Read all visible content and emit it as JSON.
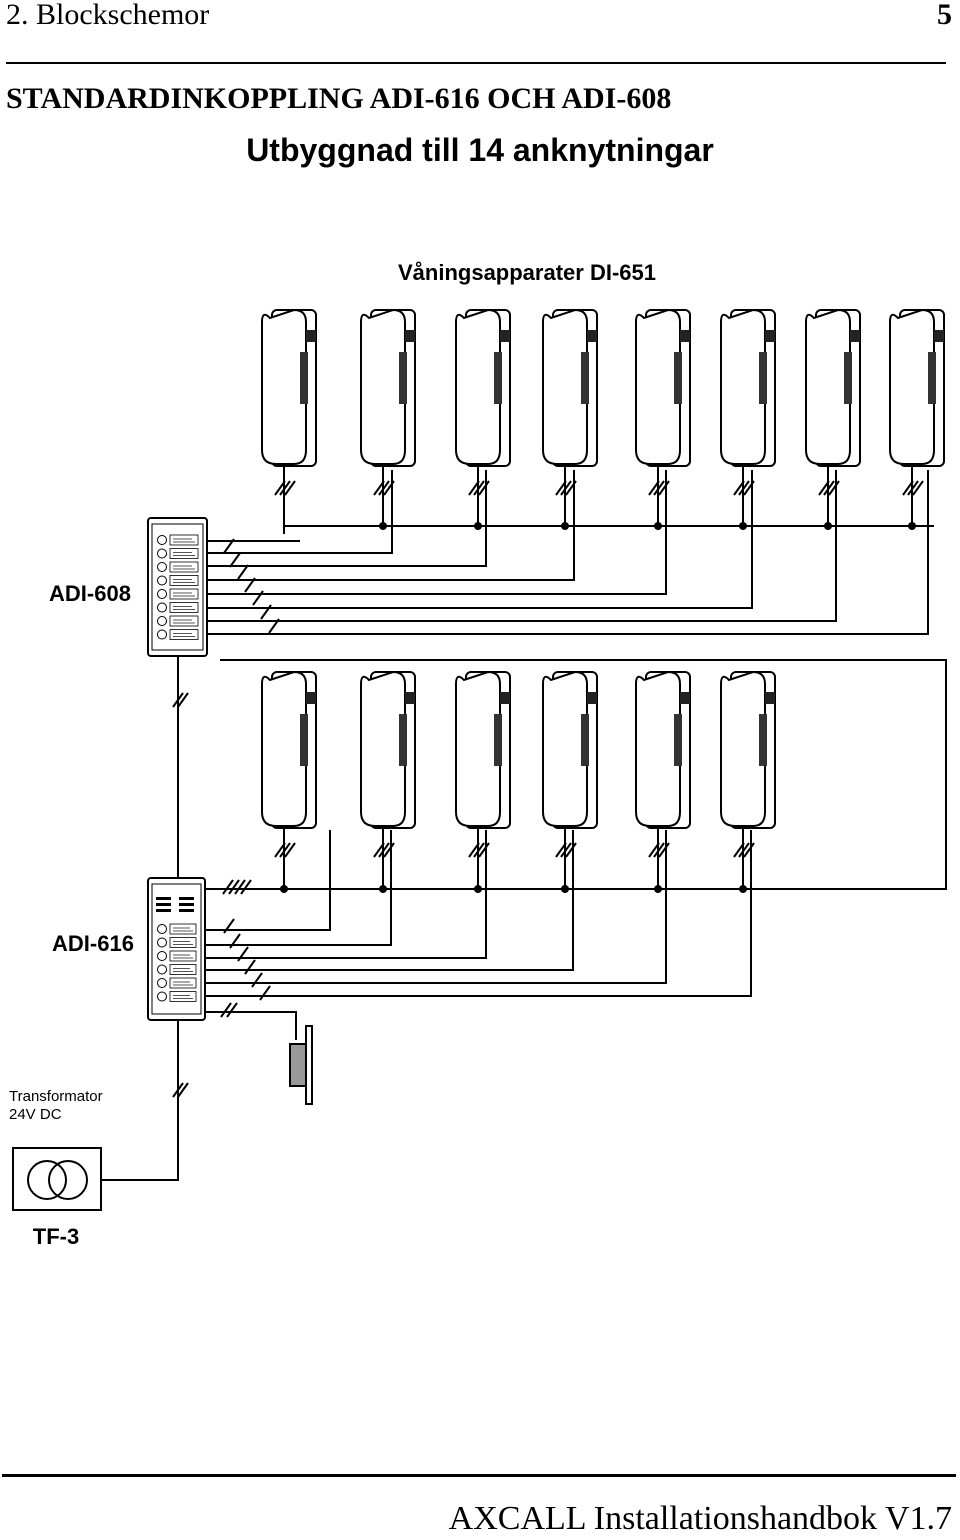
{
  "header": {
    "section": "2. Blockschemor",
    "page_number": "5"
  },
  "title": "STANDARDINKOPPLING ADI-616 OCH ADI-608",
  "subtitle": "Utbyggnad till 14 anknytningar",
  "labels": {
    "handsets": "Våningsapparater DI-651",
    "panel_top": "ADI-608",
    "panel_bottom": "ADI-616",
    "transformer": "Transformator",
    "transformer_voltage": "24V DC",
    "transformer_model": "TF-3"
  },
  "footer": {
    "text": "AXCALL Installationshandbok V1.7"
  }
}
